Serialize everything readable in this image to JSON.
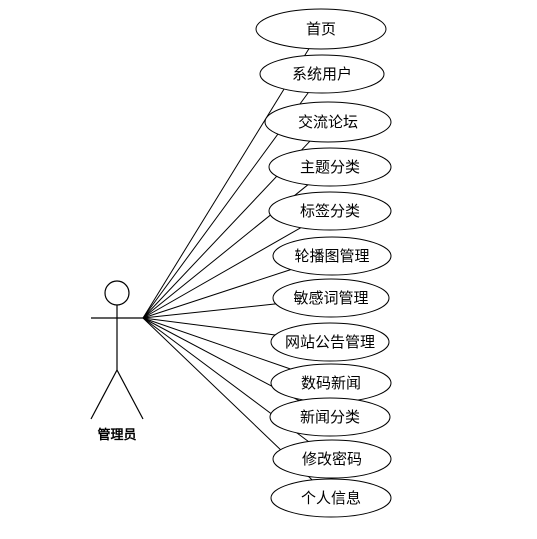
{
  "actor": {
    "label": "管理员"
  },
  "use_cases": [
    {
      "id": "home",
      "label": "首页"
    },
    {
      "id": "system-users",
      "label": "系统用户"
    },
    {
      "id": "forum",
      "label": "交流论坛"
    },
    {
      "id": "topic-category",
      "label": "主题分类"
    },
    {
      "id": "tag-category",
      "label": "标签分类"
    },
    {
      "id": "carousel",
      "label": "轮播图管理"
    },
    {
      "id": "sensitive-words",
      "label": "敏感词管理"
    },
    {
      "id": "site-notice",
      "label": "网站公告管理"
    },
    {
      "id": "digital-news",
      "label": "数码新闻"
    },
    {
      "id": "news-category",
      "label": "新闻分类"
    },
    {
      "id": "change-password",
      "label": "修改密码"
    },
    {
      "id": "profile",
      "label": "个人信息"
    }
  ]
}
